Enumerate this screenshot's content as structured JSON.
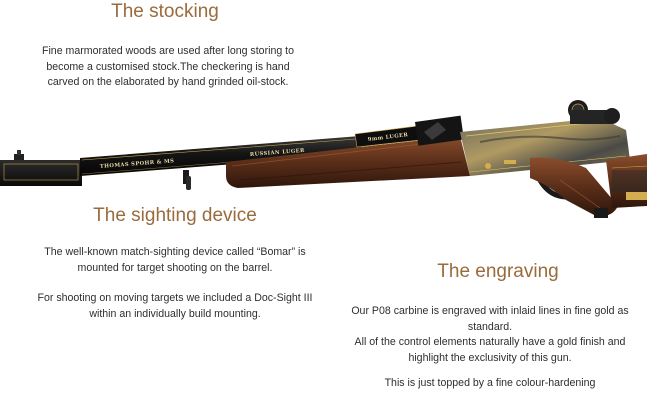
{
  "stocking": {
    "title": "The stocking",
    "line1": "Fine marmorated woods are used after long storing to",
    "line2": "become a customised stock.The checkering is hand",
    "line3": "carved on the elaborated by hand grinded oil-stock."
  },
  "sighting": {
    "title": "The sighting device",
    "para1_line1": "The well-known match-sighting device called “Bomar” is",
    "para1_line2": "mounted for target shooting on the barrel.",
    "para2_line1": "For shooting on moving targets we included a Doc-Sight III",
    "para2_line2": "within an individually build mounting."
  },
  "engraving": {
    "title": "The engraving",
    "para1_line1": "Our P08 carbine is engraved with inlaid lines in fine gold as",
    "para1_line2": "standard.",
    "para1_line3": "All of the control elements naturally have a gold finish and",
    "para1_line4": "highlight the exclusivity of this gun.",
    "para2_line1": "This is just topped by a fine colour-hardening"
  },
  "rifle": {
    "barrel_engraving_1": "THOMAS SPOHR & MS",
    "barrel_engraving_2": "RUSSIAN LUGER",
    "plate_label": "9mm LUGER",
    "colors": {
      "barrel": "#151515",
      "gold": "#c9a34a",
      "wood_dark": "#3b1f12",
      "wood_mid": "#6b3a22"
    }
  }
}
